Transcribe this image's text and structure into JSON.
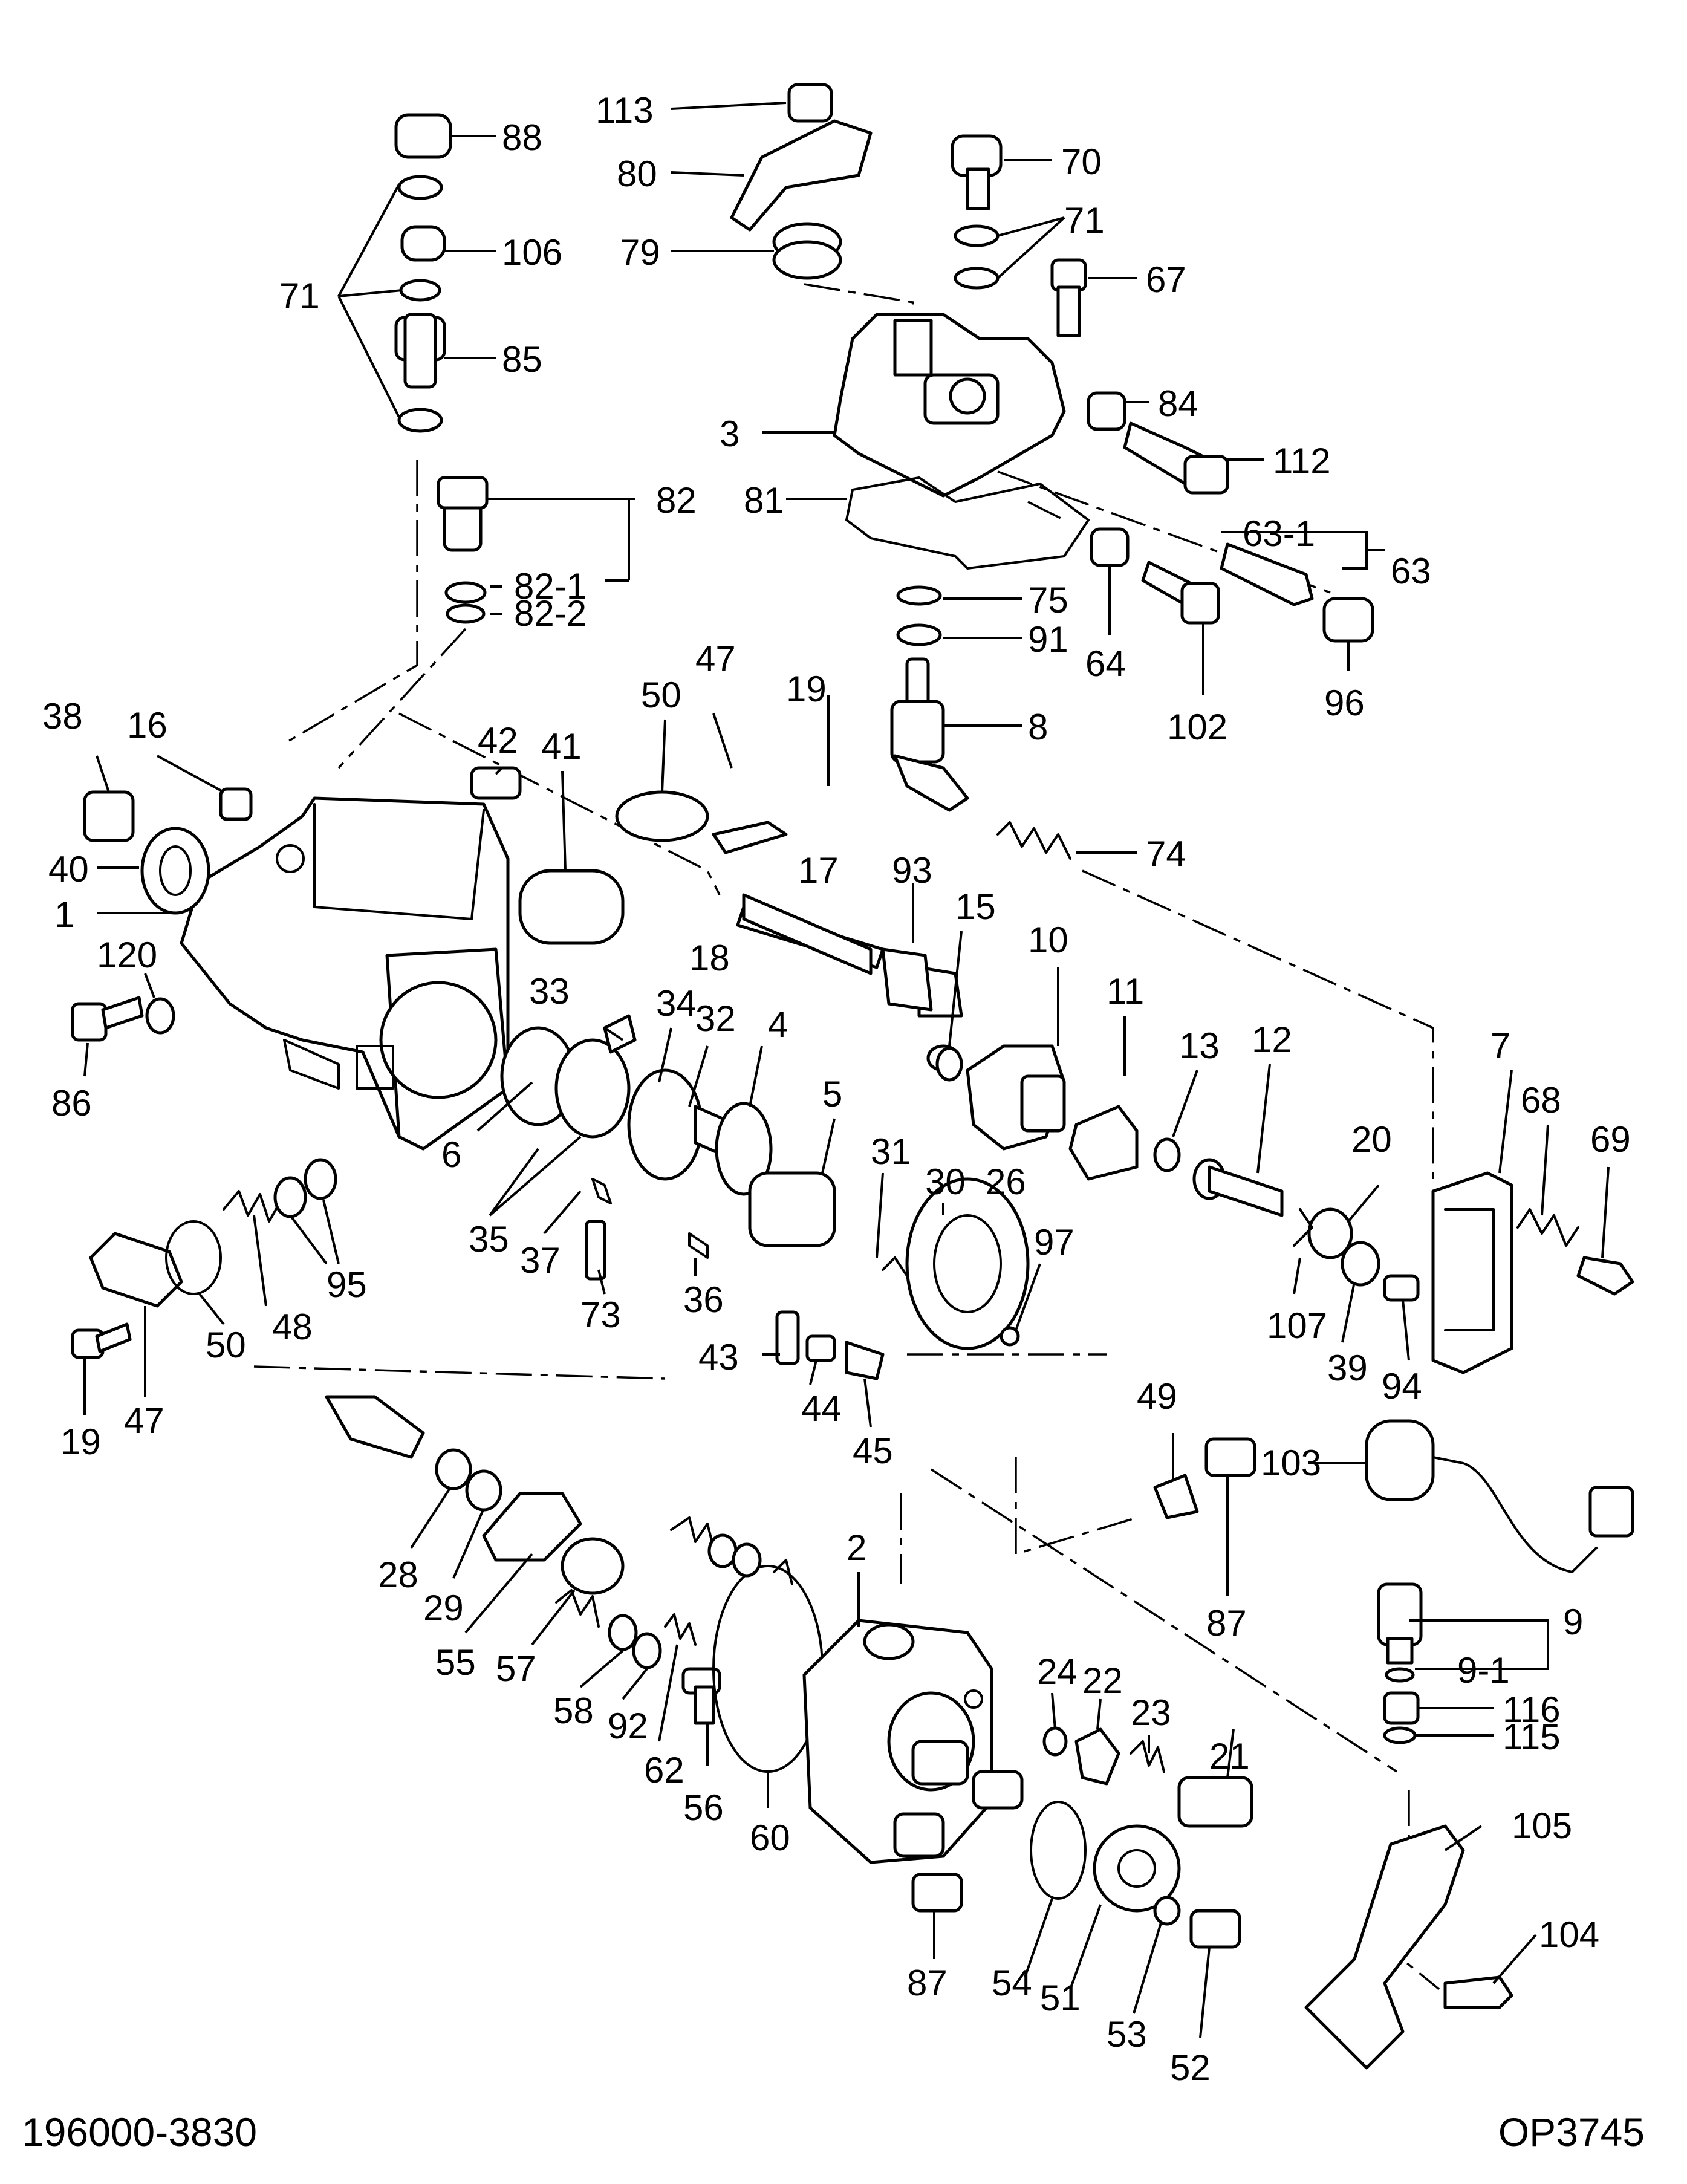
{
  "footer": {
    "part_number": "196000-3830",
    "figure_code": "OP3745"
  },
  "callouts": {
    "c88": "88",
    "c71a": "71",
    "c106": "106",
    "c85": "85",
    "c82": "82",
    "c82_1": "82-1",
    "c82_2": "82-2",
    "c113": "113",
    "c80": "80",
    "c79": "79",
    "c70": "70",
    "c71b": "71",
    "c67": "67",
    "c84": "84",
    "c3": "3",
    "c112": "112",
    "c81": "81",
    "c63_1": "63-1",
    "c63": "63",
    "c75": "75",
    "c91": "91",
    "c64": "64",
    "c102": "102",
    "c96": "96",
    "c8": "8",
    "c38": "38",
    "c16": "16",
    "c40": "40",
    "c1": "1",
    "c120": "120",
    "c86": "86",
    "c42": "42",
    "c41": "41",
    "c50a": "50",
    "c47a": "47",
    "c19a": "19",
    "c18": "18",
    "c17": "17",
    "c93": "93",
    "c74": "74",
    "c15": "15",
    "c10": "10",
    "c11": "11",
    "c13": "13",
    "c12": "12",
    "c7": "7",
    "c68": "68",
    "c69": "69",
    "c33": "33",
    "c34": "34",
    "c32": "32",
    "c4": "4",
    "c5": "5",
    "c31": "31",
    "c30": "30",
    "c26": "26",
    "c97": "97",
    "c20": "20",
    "c107": "107",
    "c39": "39",
    "c94": "94",
    "c6": "6",
    "c35": "35",
    "c37": "37",
    "c73": "73",
    "c36": "36",
    "c43": "43",
    "c44": "44",
    "c45": "45",
    "c95": "95",
    "c48": "48",
    "c50b": "50",
    "c47b": "47",
    "c19b": "19",
    "c49": "49",
    "c103": "103",
    "c87a": "87",
    "c9": "9",
    "c9_1": "9-1",
    "c116": "116",
    "c115": "115",
    "c2": "2",
    "c28": "28",
    "c29": "29",
    "c55": "55",
    "c57": "57",
    "c58": "58",
    "c92": "92",
    "c62": "62",
    "c56": "56",
    "c60": "60",
    "c24": "24",
    "c22": "22",
    "c23": "23",
    "c21": "21",
    "c105": "105",
    "c104": "104",
    "c54": "54",
    "c51": "51",
    "c53": "53",
    "c52": "52",
    "c87b": "87"
  }
}
